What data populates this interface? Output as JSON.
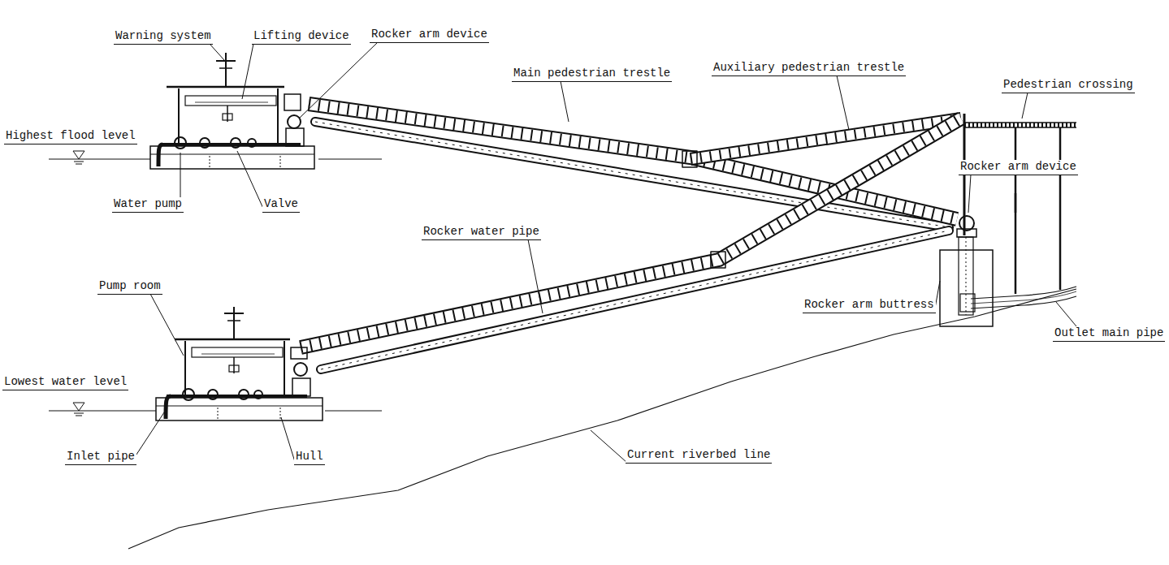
{
  "diagram": {
    "labels": [
      "Warning system",
      "Lifting device",
      "Rocker arm device",
      "Main pedestrian trestle",
      "Auxiliary pedestrian trestle",
      "Pedestrian crossing",
      "Highest flood level",
      "Rocker arm device",
      "Water pump",
      "Valve",
      "Rocker water pipe",
      "Pump room",
      "Rocker arm buttress",
      "Outlet main pipe",
      "Lowest water level",
      "Inlet pipe",
      "Hull",
      "Current riverbed line"
    ]
  }
}
